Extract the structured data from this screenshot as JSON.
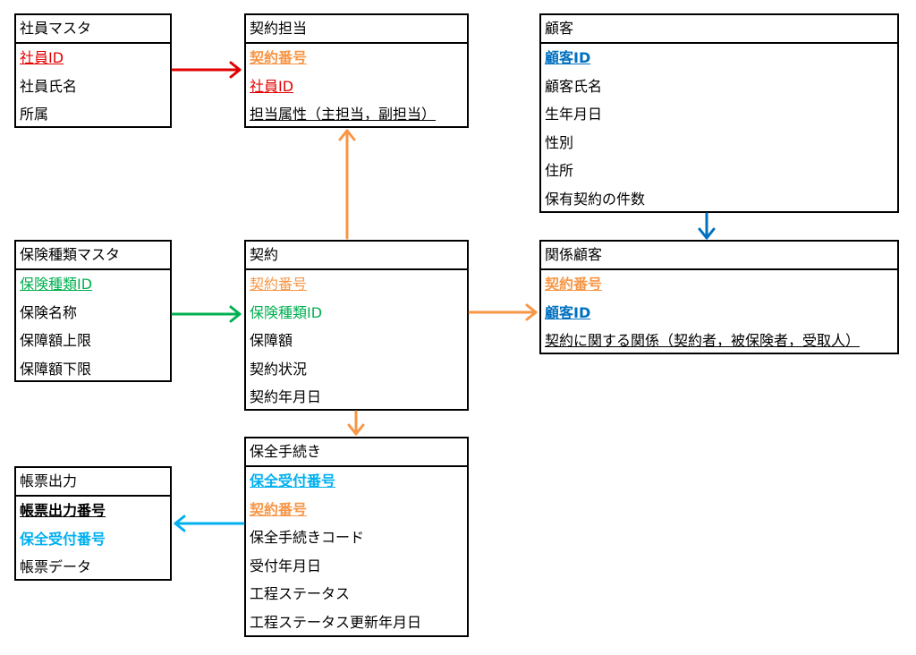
{
  "colors": {
    "red": "#e00000",
    "orange": "#f79646",
    "green": "#00b050",
    "blue": "#0070c0",
    "cyan": "#00b0f0"
  },
  "entities": {
    "employee_master": {
      "title": "社員マスタ",
      "fields": [
        "社員ID",
        "社員氏名",
        "所属"
      ]
    },
    "contract_staff": {
      "title": "契約担当",
      "fields": [
        "契約番号",
        "社員ID",
        "担当属性（主担当，副担当）"
      ]
    },
    "customer": {
      "title": "顧客",
      "fields": [
        "顧客ID",
        "顧客氏名",
        "生年月日",
        "性別",
        "住所",
        "保有契約の件数"
      ]
    },
    "insurance_type_master": {
      "title": "保険種類マスタ",
      "fields": [
        "保険種類ID",
        "保険名称",
        "保障額上限",
        "保障額下限"
      ]
    },
    "contract": {
      "title": "契約",
      "fields": [
        "契約番号",
        "保険種類ID",
        "保障額",
        "契約状況",
        "契約年月日"
      ]
    },
    "related_customer": {
      "title": "関係顧客",
      "fields": [
        "契約番号",
        "顧客ID",
        "契約に関する関係（契約者，被保険者，受取人）"
      ]
    },
    "maintenance_procedure": {
      "title": "保全手続き",
      "fields": [
        "保全受付番号",
        "契約番号",
        "保全手続きコード",
        "受付年月日",
        "工程ステータス",
        "工程ステータス更新年月日"
      ]
    },
    "form_output": {
      "title": "帳票出力",
      "fields": [
        "帳票出力番号",
        "保全受付番号",
        "帳票データ"
      ]
    }
  }
}
